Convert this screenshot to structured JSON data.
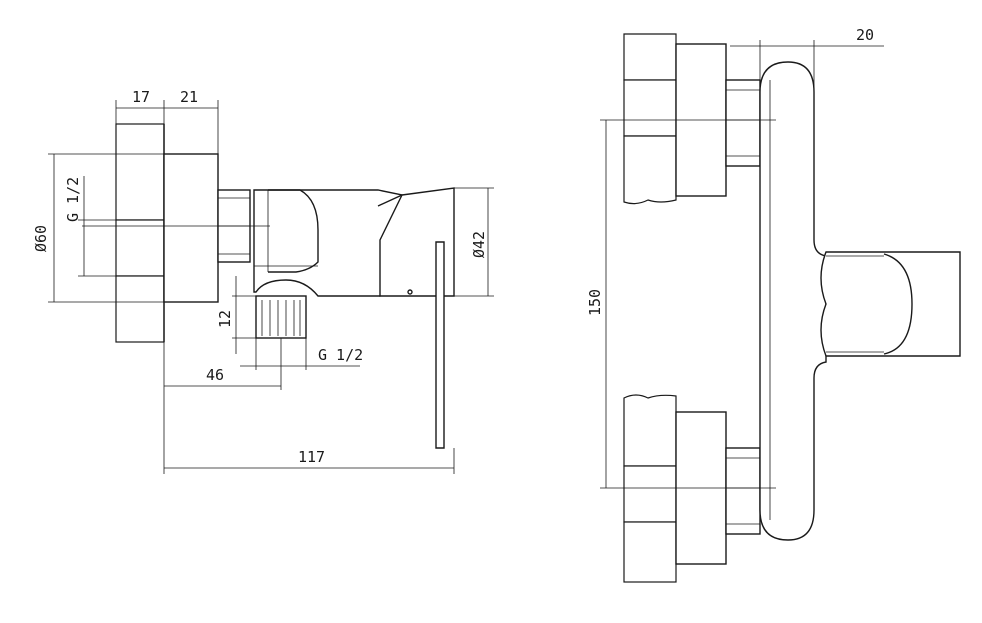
{
  "dimensions": {
    "left": {
      "wall_depth": "17",
      "wall_offset": "21",
      "diameter_body": "Ø60",
      "thread_in": "G 1/2",
      "diameter_outlet": "Ø42",
      "thread_height": "12",
      "thread_out": "G 1/2",
      "outlet_distance": "46",
      "total_depth": "117"
    },
    "right": {
      "projection": "20",
      "spacing": "150"
    }
  },
  "colors": {
    "line": "#1a1a1a",
    "background": "#ffffff"
  }
}
